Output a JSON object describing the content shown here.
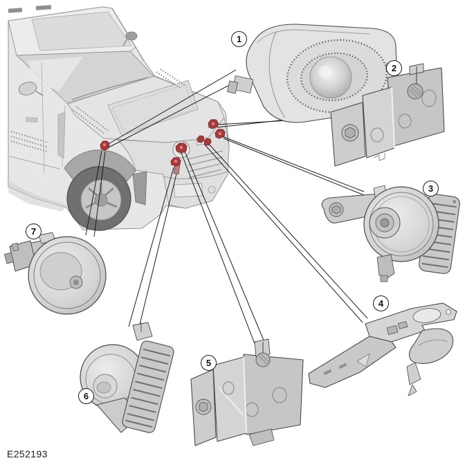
{
  "figure": {
    "reference": "E252193"
  },
  "callouts": [
    {
      "label": "1",
      "part": "pedestrian-warning-speaker"
    },
    {
      "label": "2",
      "part": "horn-mounting-bracket-upper"
    },
    {
      "label": "3",
      "part": "high-tone-horn-with-arm"
    },
    {
      "label": "4",
      "part": "mounting-bracket-plate"
    },
    {
      "label": "5",
      "part": "horn-mounting-bracket-lower"
    },
    {
      "label": "6",
      "part": "low-tone-horn"
    },
    {
      "label": "7",
      "part": "horn-rear-view"
    }
  ],
  "colors": {
    "leader_line": "#1a1a1a",
    "fastener_red": "#a93a3a",
    "vehicle_body": "#e7e7e7",
    "part_gray": "#d2d2d2"
  }
}
